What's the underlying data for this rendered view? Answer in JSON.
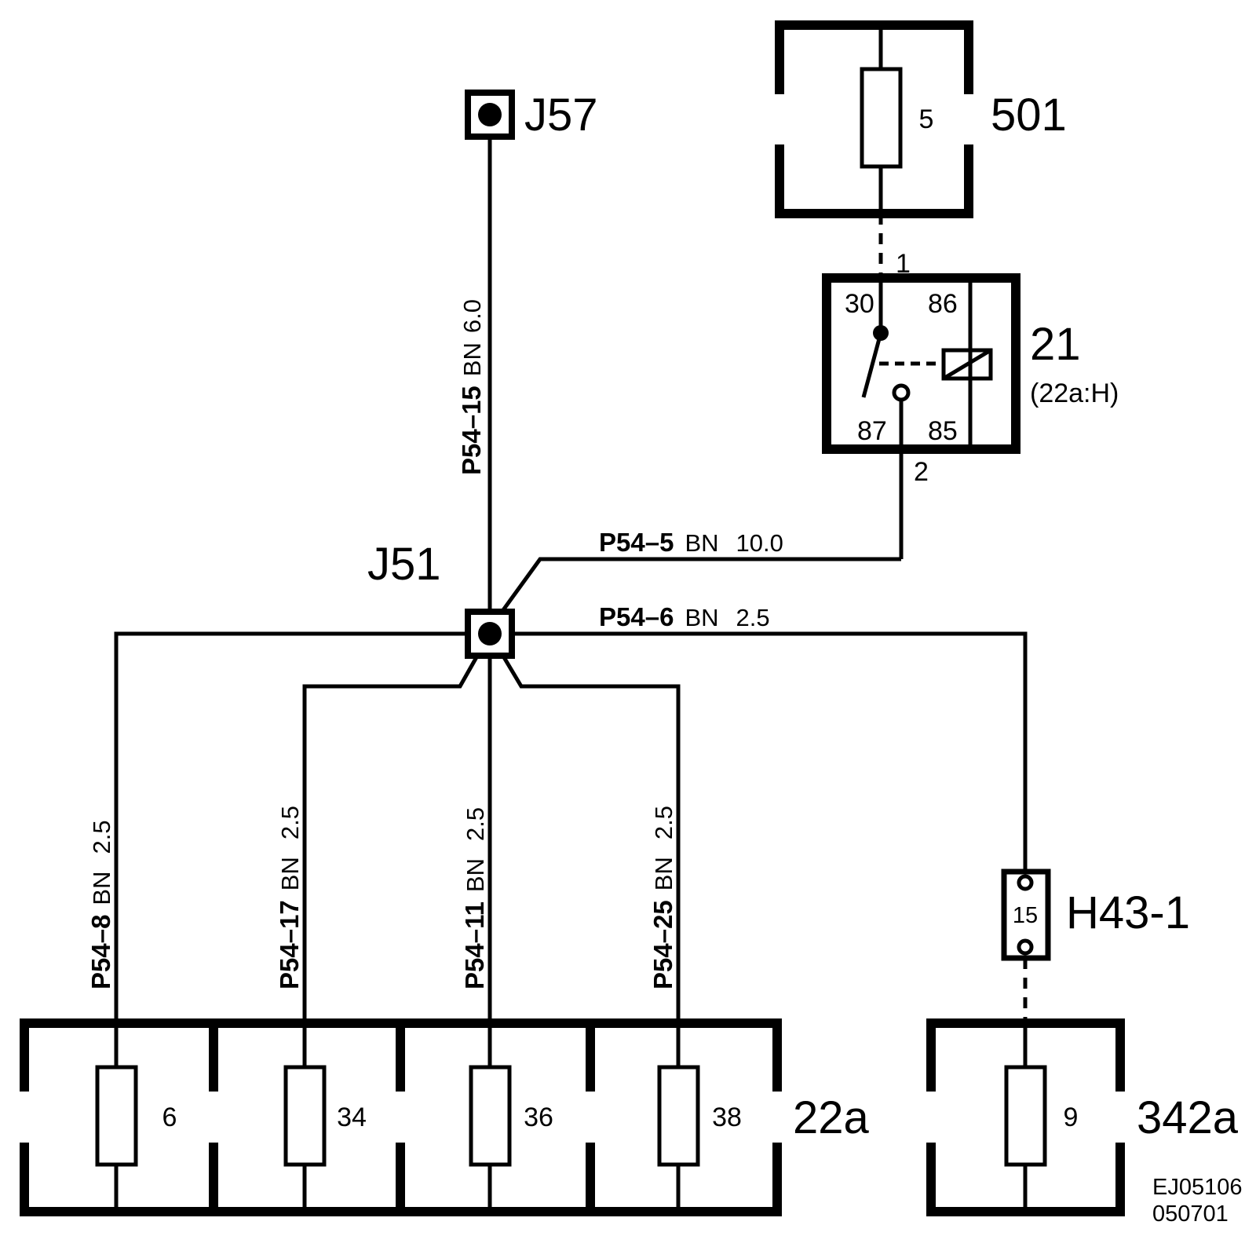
{
  "connectors": {
    "j57": "J57",
    "j51": "J51",
    "h43": "H43-1",
    "h43_pin": "15"
  },
  "fuse_boxes": {
    "box_501": {
      "label": "501",
      "fuse": "5"
    },
    "box_22a": {
      "label": "22a",
      "fuses": [
        "6",
        "34",
        "36",
        "38"
      ]
    },
    "box_342a": {
      "label": "342a",
      "fuse": "9"
    }
  },
  "relay": {
    "label": "21",
    "sublabel": "(22a:H)",
    "pins": {
      "p30": "30",
      "p86": "86",
      "p87": "87",
      "p85": "85"
    },
    "wire_in": "1",
    "wire_out": "2"
  },
  "wires": {
    "j57_wire": {
      "id": "P54–15",
      "color": "BN",
      "size": "6.0"
    },
    "relay_wire": {
      "id": "P54–5",
      "color": "BN",
      "size": "10.0"
    },
    "h43_wire": {
      "id": "P54–6",
      "color": "BN",
      "size": "2.5"
    },
    "f6_wire": {
      "id": "P54–8",
      "color": "BN",
      "size": "2.5"
    },
    "f34_wire": {
      "id": "P54–17",
      "color": "BN",
      "size": "2.5"
    },
    "f36_wire": {
      "id": "P54–11",
      "color": "BN",
      "size": "2.5"
    },
    "f38_wire": {
      "id": "P54–25",
      "color": "BN",
      "size": "2.5"
    }
  },
  "reference": {
    "line1": "EJ05106",
    "line2": "050701"
  }
}
